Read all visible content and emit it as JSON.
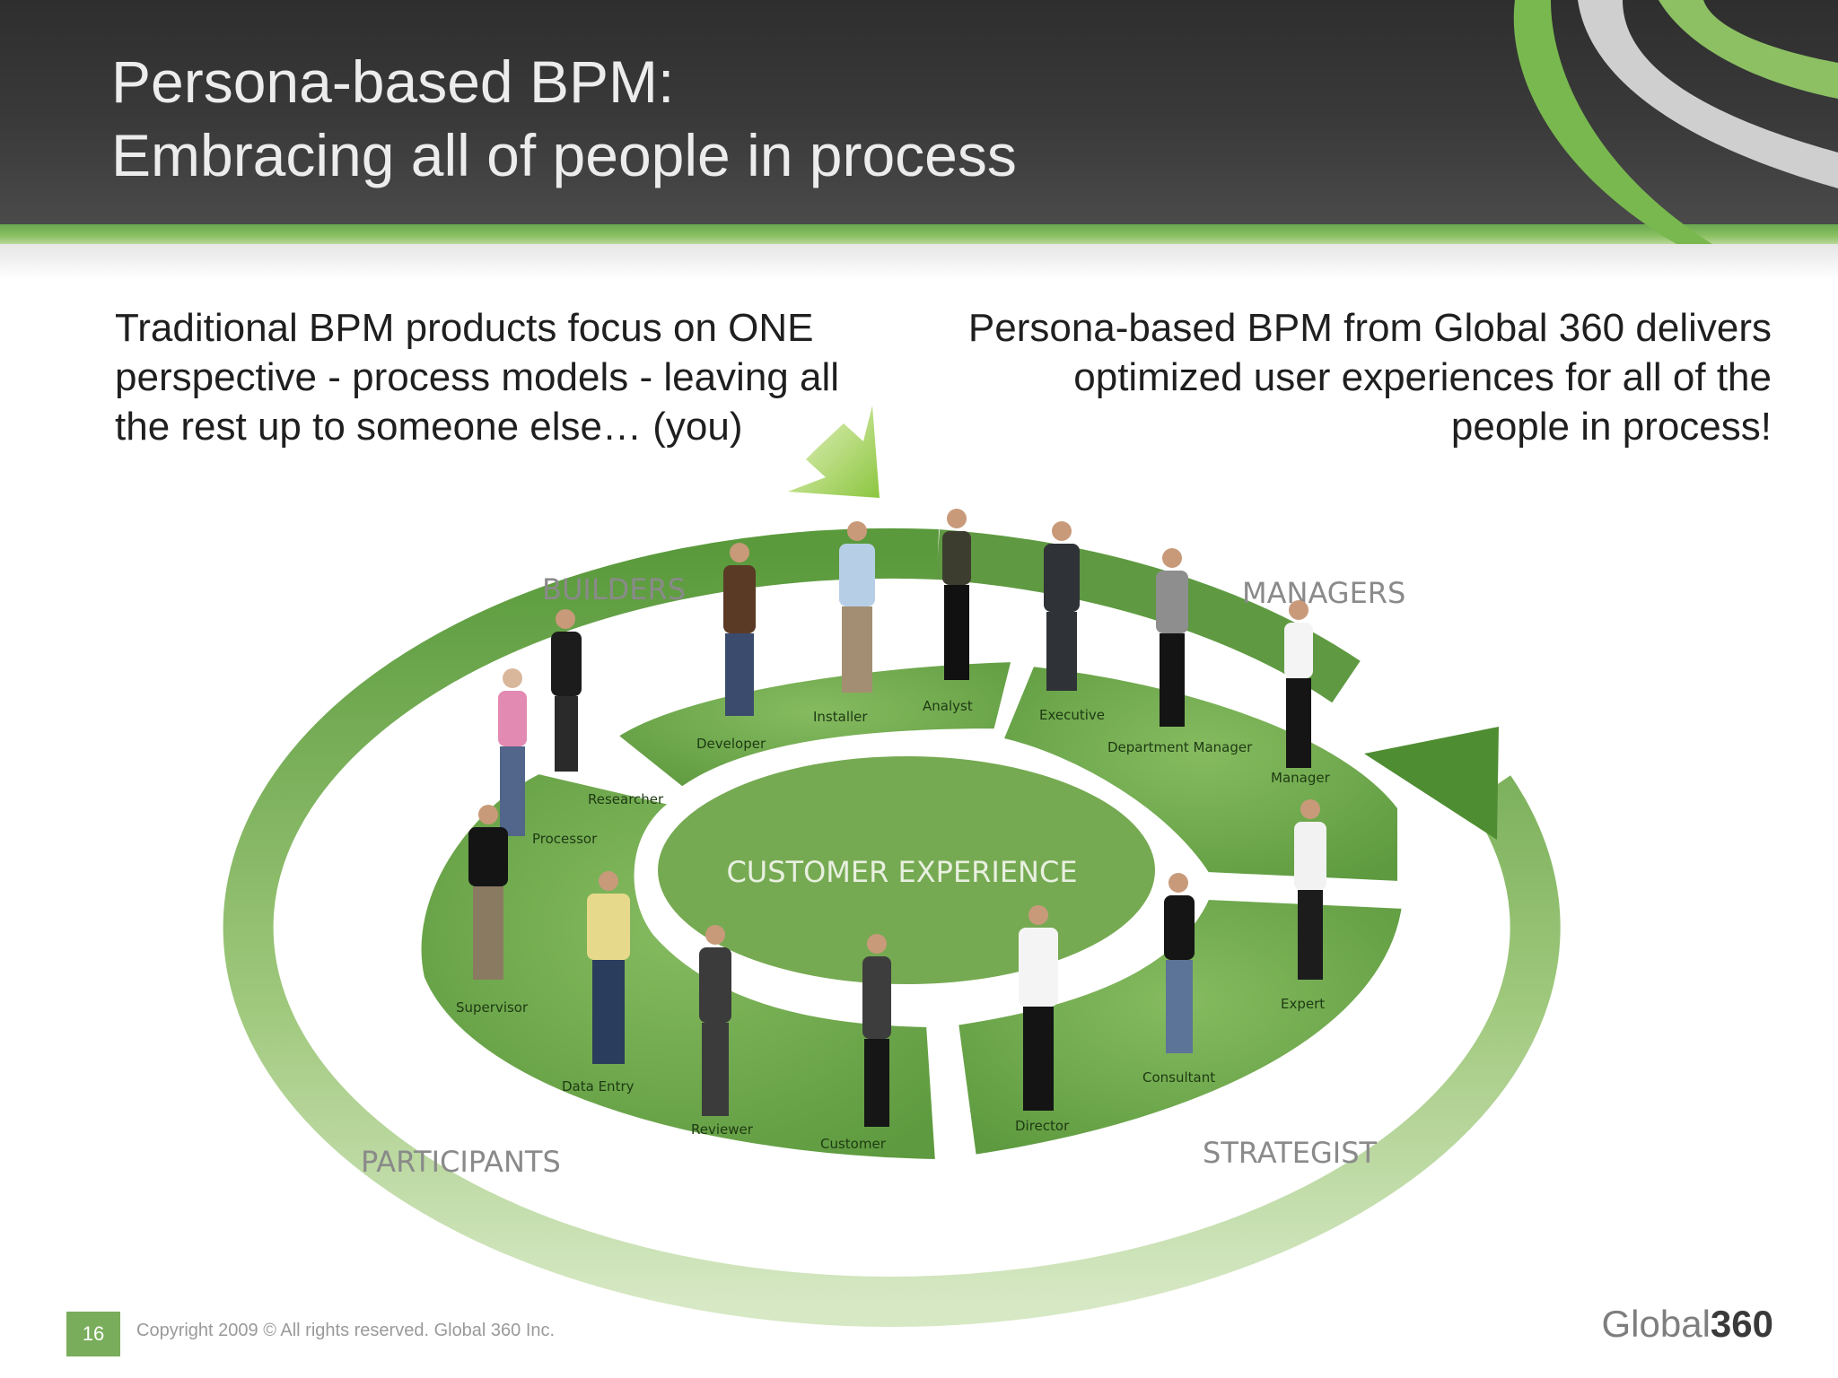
{
  "slide": {
    "title_line1": "Persona-based BPM:",
    "title_line2": "Embracing all of people in process",
    "left_text": "Traditional BPM products focus on ONE perspective - process models - leaving all the rest up to someone else… (you)",
    "right_text": "Persona-based BPM from Global 360 delivers optimized user experiences for all of the people in process!",
    "page_number": "16",
    "copyright": "Copyright 2009 ©  All rights reserved. Global 360 Inc.",
    "logo_text_thin": "Global",
    "logo_text_bold": "360"
  },
  "diagram": {
    "center_label": "CUSTOMER EXPERIENCE",
    "groups": [
      "BUILDERS",
      "MANAGERS",
      "PARTICIPANTS",
      "STRATEGIST"
    ],
    "personas": [
      "Developer",
      "Installer",
      "Analyst",
      "Executive",
      "Department Manager",
      "Manager",
      "Researcher",
      "Processor",
      "Supervisor",
      "Data Entry",
      "Reviewer",
      "Customer",
      "Director",
      "Consultant",
      "Expert"
    ]
  },
  "colors": {
    "header_dark": "#333333",
    "accent_green": "#6aa84f",
    "ring_green": "#5f9a42",
    "segment_green": "#6fa64c",
    "label_gray": "#8a8a8a"
  }
}
